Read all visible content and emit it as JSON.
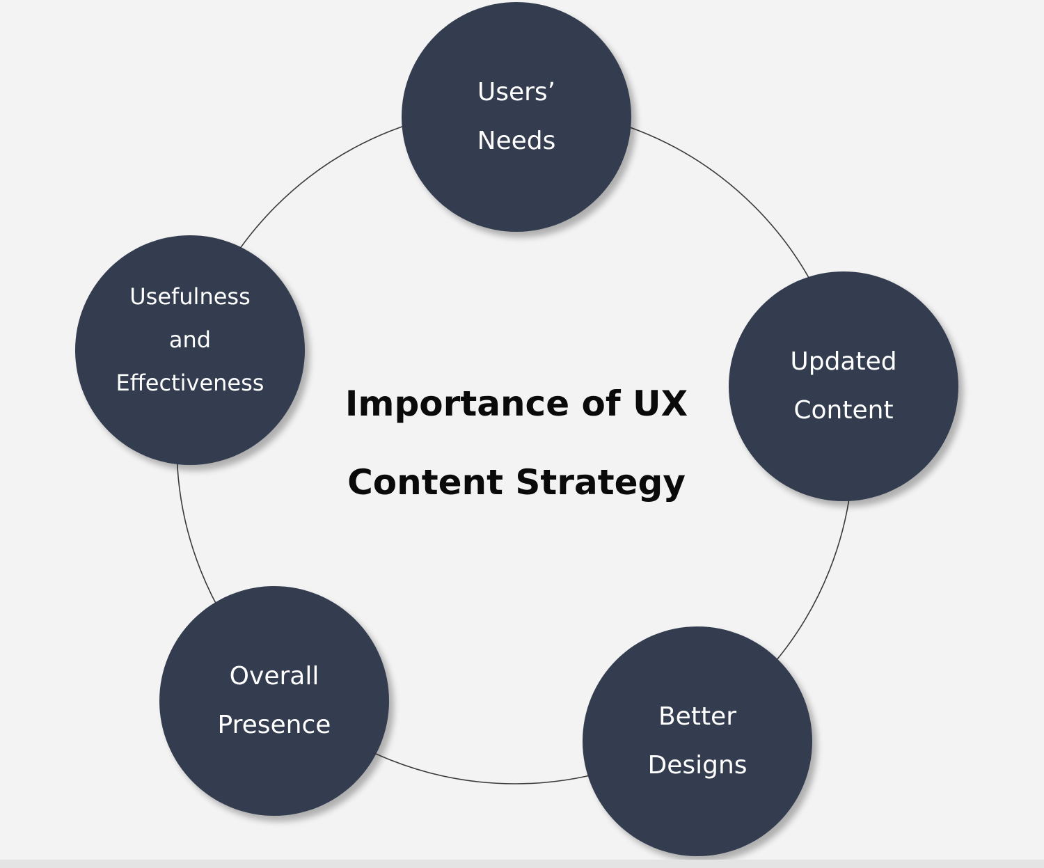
{
  "diagram": {
    "title_lines": [
      "Importance of UX",
      "Content Strategy"
    ],
    "nodes": [
      {
        "id": "users-needs",
        "lines": [
          "Users’",
          "Needs"
        ]
      },
      {
        "id": "updated-content",
        "lines": [
          "Updated",
          "Content"
        ]
      },
      {
        "id": "better-designs",
        "lines": [
          "Better",
          "Designs"
        ]
      },
      {
        "id": "overall-presence",
        "lines": [
          "Overall",
          "Presence"
        ]
      },
      {
        "id": "usefulness-effectiveness",
        "lines": [
          "Usefulness",
          "and",
          "Effectiveness"
        ]
      }
    ]
  },
  "colors": {
    "background": "#f3f3f3",
    "node_fill": "#333d4f",
    "node_text": "#ffffff",
    "ring_stroke": "#3a3a3a",
    "title_text": "#0a0a0a"
  }
}
